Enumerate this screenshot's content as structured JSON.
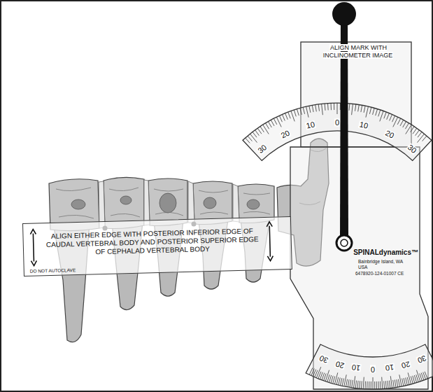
{
  "diagram": {
    "nodes": [
      {
        "text": [
          "ALIGN EITHER EDGE WITH POSTERIOR INFERIOR EDGE OF CAUDAL VERTEBRAL BODY AND POSTERIOR SUPERIOR EDGE OF CEPHALAD VERTEBRAL BODY",
          "DO NOT AUTOCLAVE"
        ]
      },
      {
        "text": [
          "ALIGN MARK WITH INCLINOMETER IMAGE"
        ]
      }
    ],
    "labels": [
      "30",
      "20",
      "10",
      "0",
      "10",
      "20",
      "30",
      "30",
      "20",
      "10",
      "0",
      "10",
      "20",
      "30",
      "SPINALdynamics™",
      "Bainbridge Island, WA",
      "USA",
      "6478920-124-01007 CE"
    ]
  }
}
